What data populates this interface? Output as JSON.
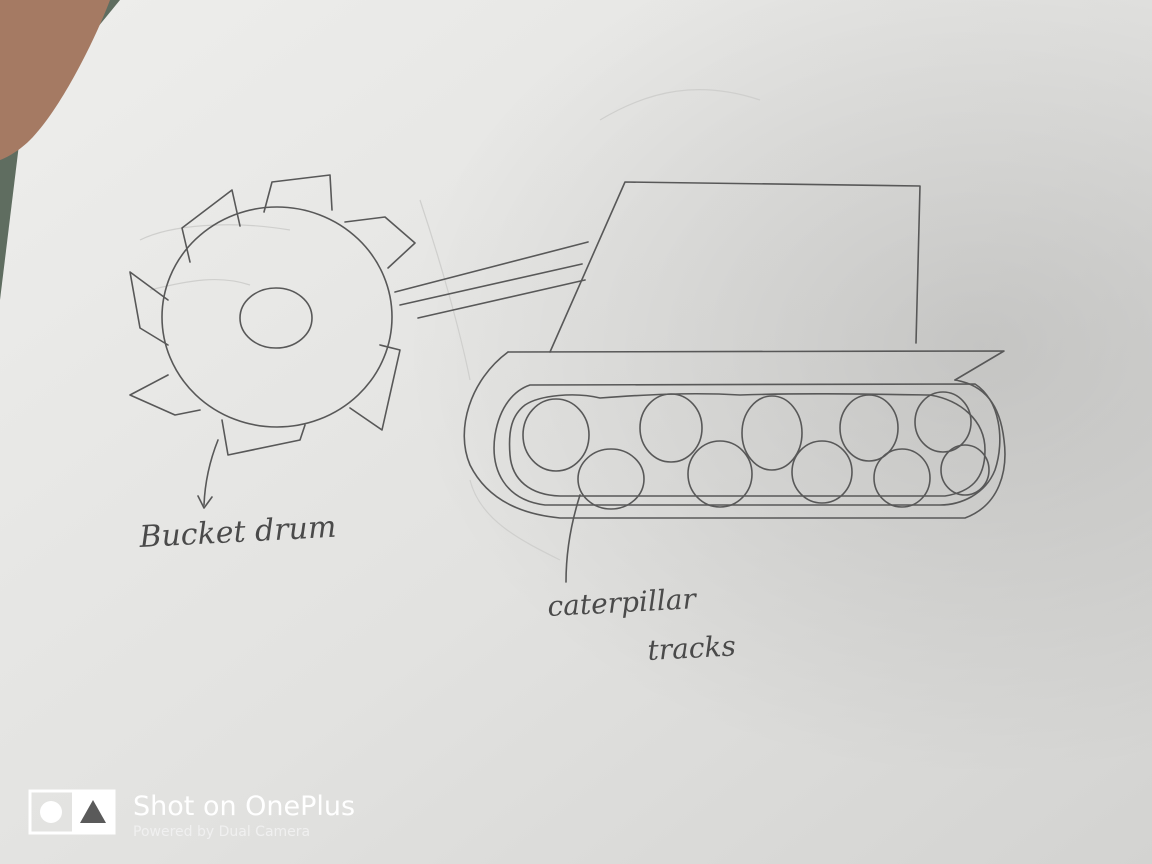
{
  "labels": {
    "bucket_drum": "Bucket drum",
    "caterpillar_line1": "caterpillar",
    "caterpillar_line2": "tracks"
  },
  "watermark": {
    "title": "Shot on OnePlus",
    "subtitle": "Powered by Dual Camera",
    "logo_icon": "camera-mode-icon"
  },
  "colors": {
    "paper": "#e6e6e4",
    "pencil": "#555555",
    "watermark_text": "#ffffff"
  }
}
